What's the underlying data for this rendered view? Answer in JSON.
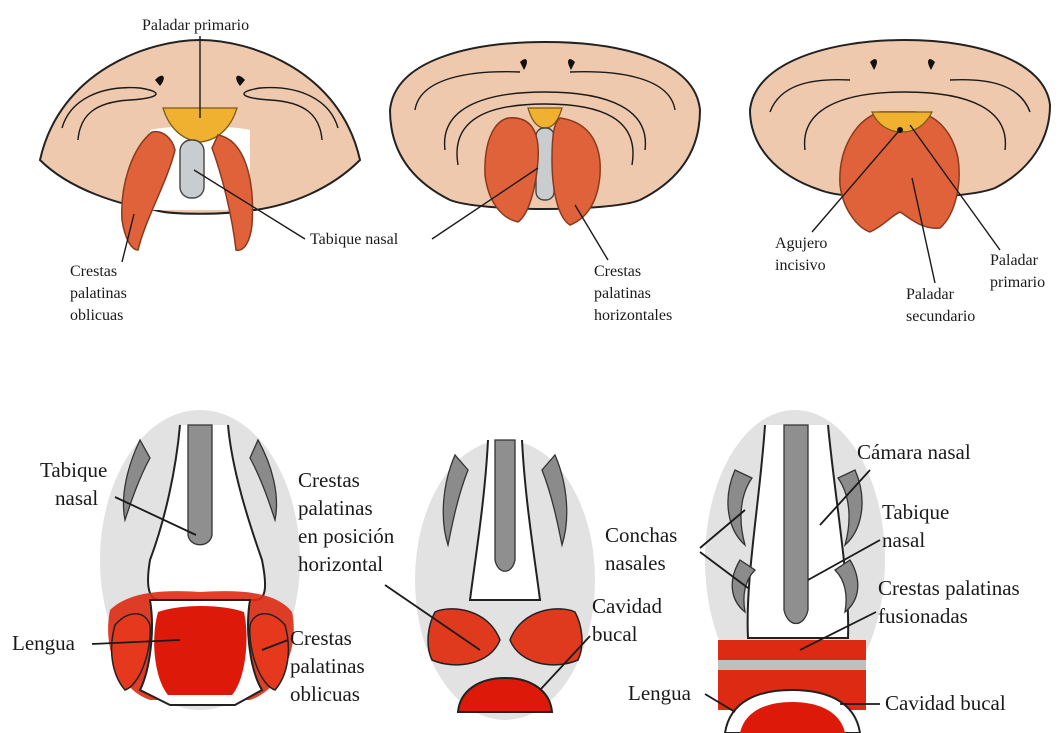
{
  "labels": {
    "top_paladar_primario": "Paladar primario",
    "top_tabique_nasal": "Tabique nasal",
    "top_crestas_oblicuas": [
      "Crestas",
      "palatinas",
      "oblicuas"
    ],
    "top_crestas_horizontales": [
      "Crestas",
      "palatinas",
      "horizontales"
    ],
    "top_agujero_incisivo": [
      "Agujero",
      "incisivo"
    ],
    "top_paladar_secundario": [
      "Paladar",
      "secundario"
    ],
    "top_paladar_primario_right": [
      "Paladar",
      "primario"
    ],
    "bot_tabique_nasal_left": [
      "Tabique",
      "nasal"
    ],
    "bot_lengua_left": "Lengua",
    "bot_crestas_oblicuas": [
      "Crestas",
      "palatinas",
      "oblicuas"
    ],
    "bot_crestas_horizontal": [
      "Crestas",
      "palatinas",
      "en posición",
      "horizontal"
    ],
    "bot_cavidad_bucal_mid": [
      "Cavidad",
      "bucal"
    ],
    "bot_conchas_nasales": [
      "Conchas",
      "nasales"
    ],
    "bot_camara_nasal": "Cámara nasal",
    "bot_tabique_nasal_right": [
      "Tabique",
      "nasal"
    ],
    "bot_crestas_fusionadas": [
      "Crestas palatinas",
      "fusionadas"
    ],
    "bot_lengua_right": "Lengua",
    "bot_cavidad_bucal_right": "Cavidad bucal"
  },
  "colors": {
    "palate_tissue": "#efc9ad",
    "palatine_ridge": "#e0623a",
    "primary_palate": "#f0b030",
    "septum": "#c9cdd0",
    "tongue_red": "#dd2a12"
  }
}
